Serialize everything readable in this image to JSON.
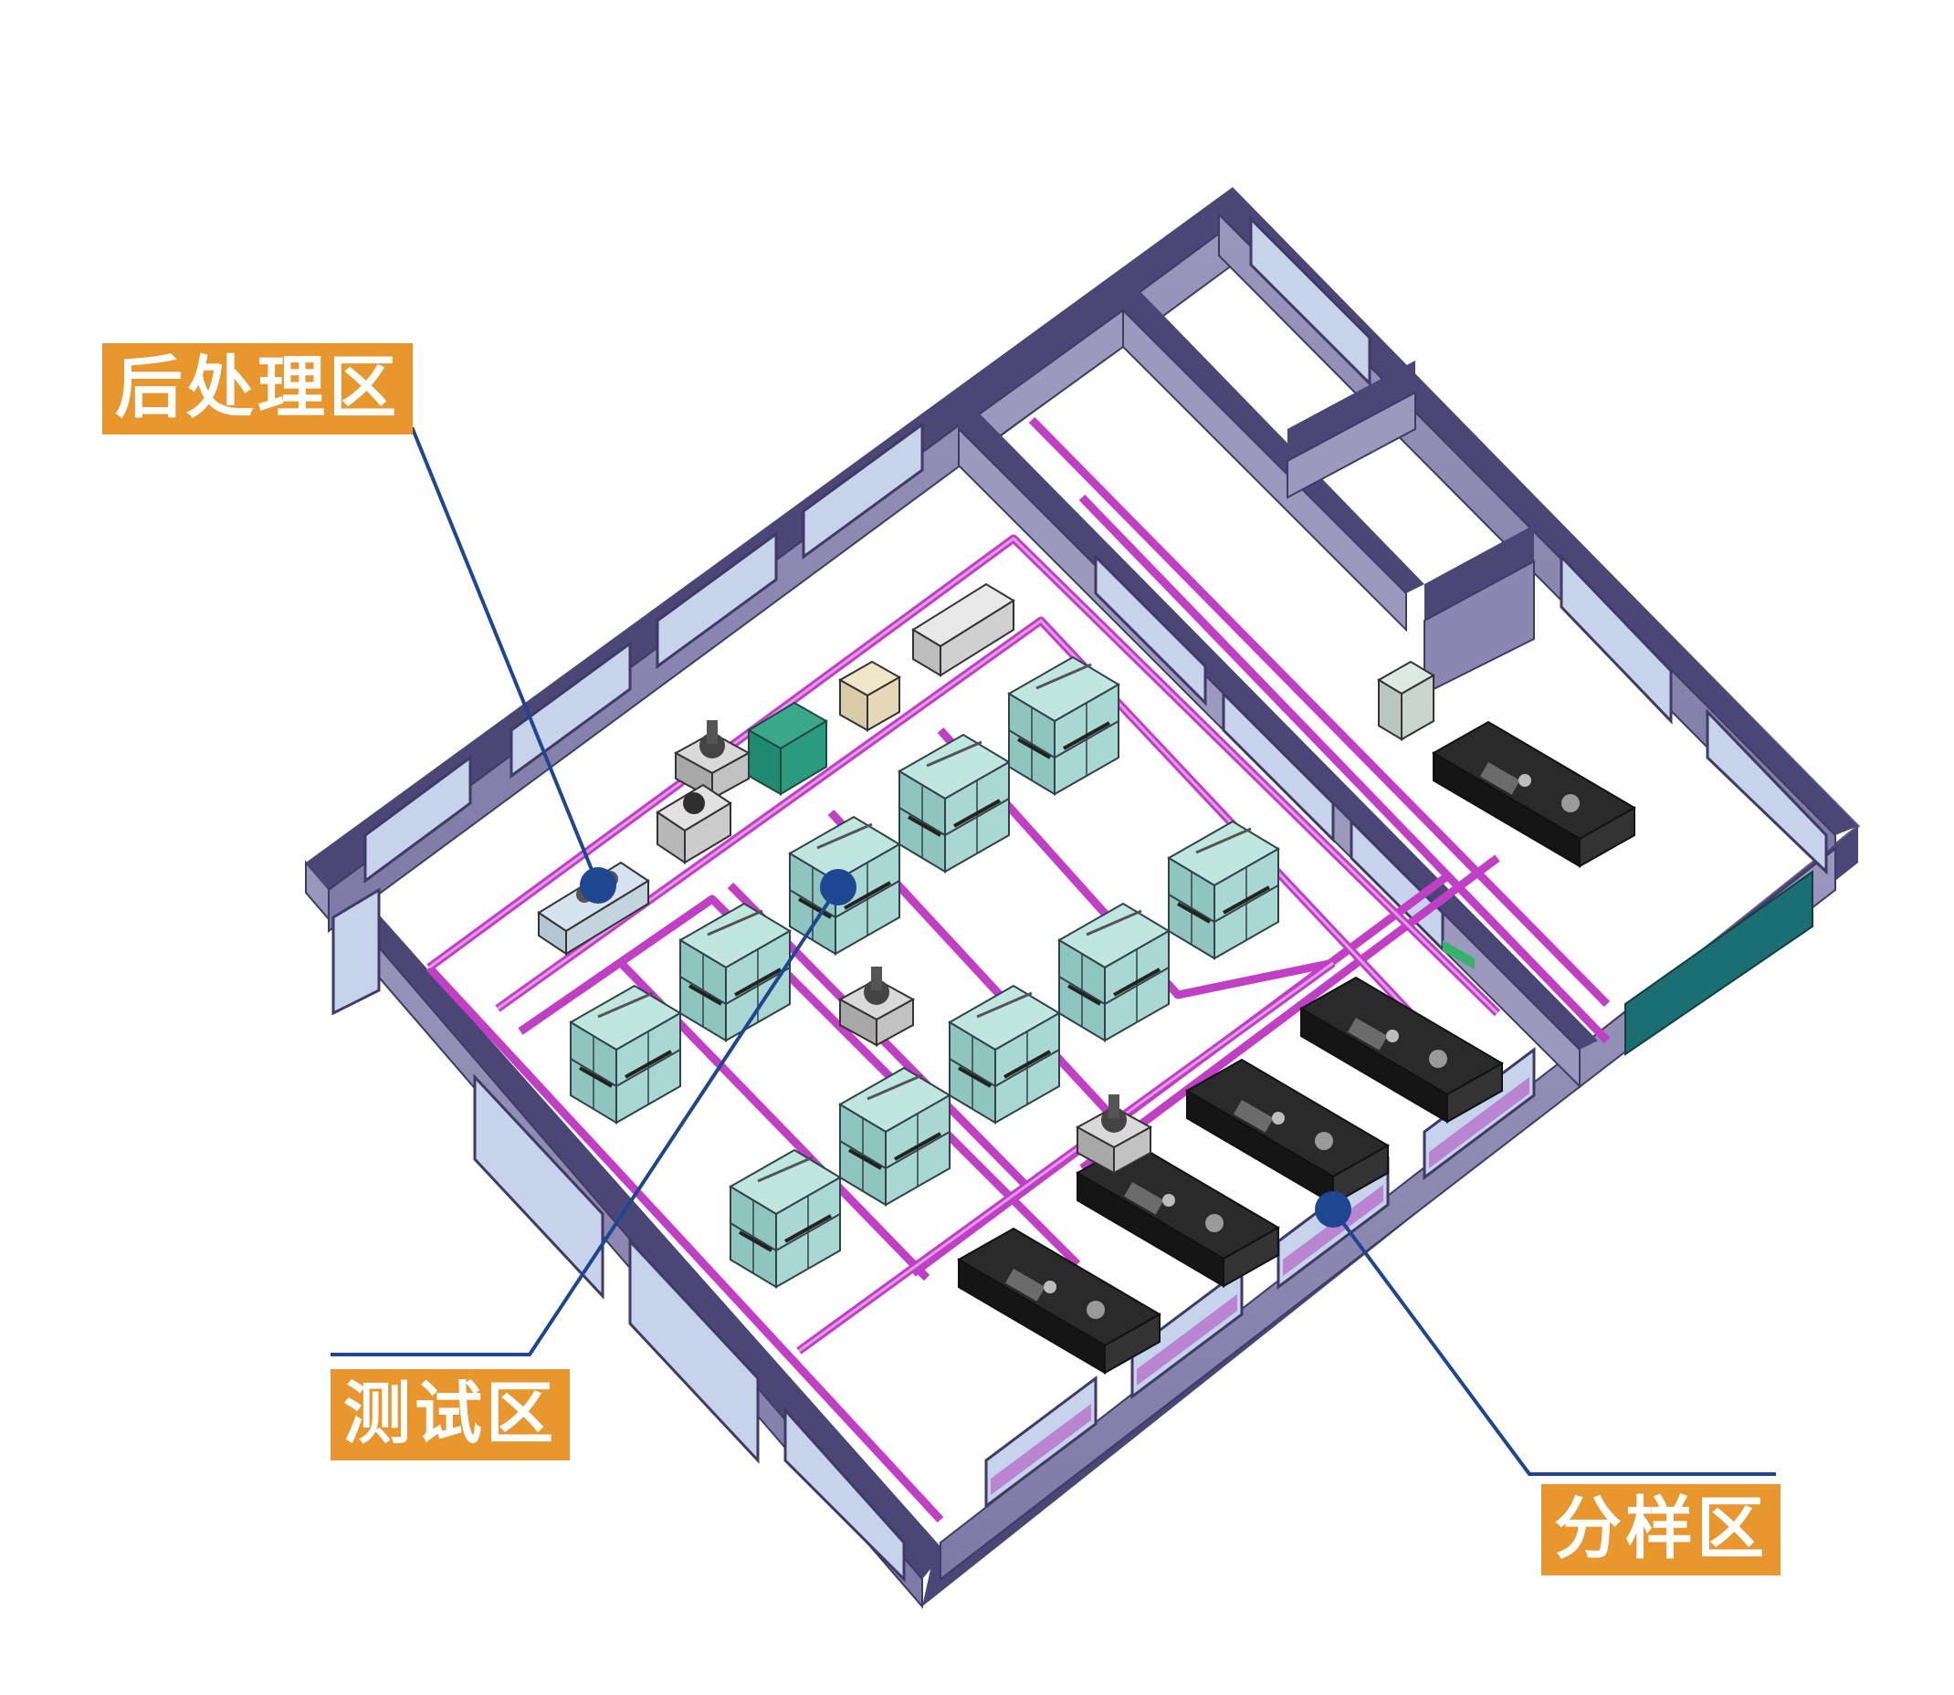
{
  "zones": [
    {
      "id": "post",
      "label": "后处理区"
    },
    {
      "id": "test",
      "label": "测试区"
    },
    {
      "id": "split",
      "label": "分样区"
    }
  ],
  "colors": {
    "label_bg": "#e8962e",
    "label_text": "#ffffff",
    "leader_line": "#1f4690",
    "walkway": "#c03fc4",
    "wall_top": "#4a4675",
    "wall_side": "#8f8cb3",
    "window": "#c6d3ea",
    "cabinet_glass": "#9fd2cc",
    "machine_dark": "#1b1b1b",
    "panel_green": "#1f8a70",
    "panel_teal": "#1b6e72"
  }
}
